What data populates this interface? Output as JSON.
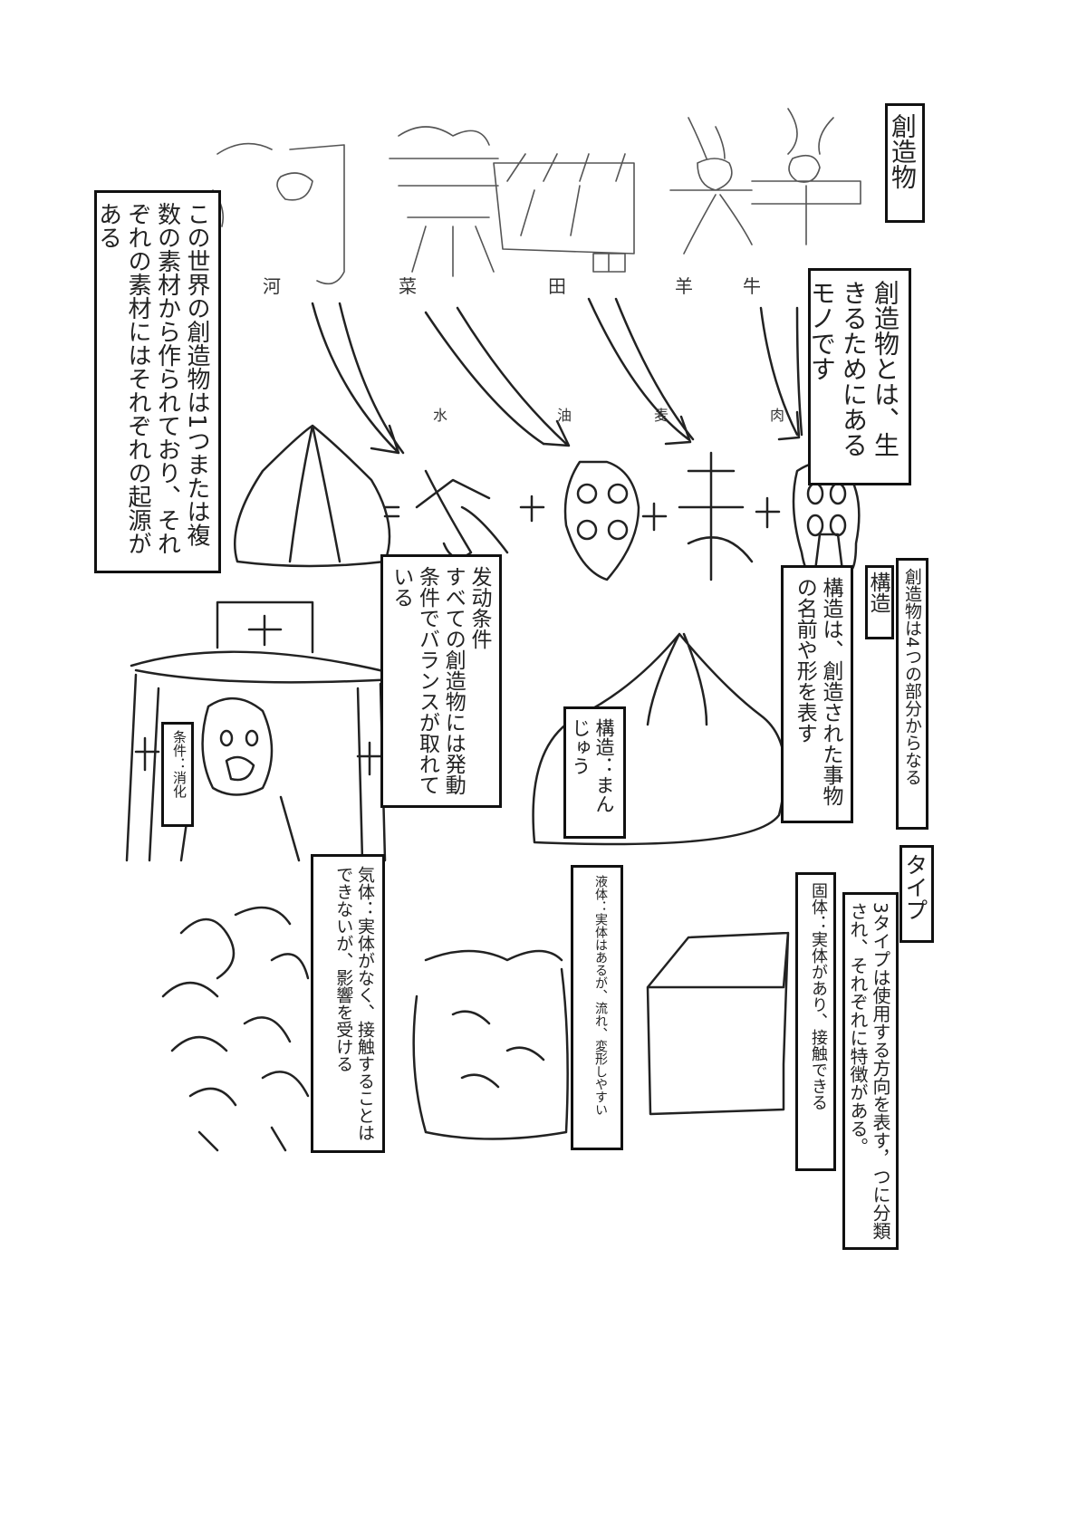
{
  "title": "創造物",
  "definition": "創造物とは、生きるためにあるモノです",
  "intro": "この世界の創造物は1つまたは複数の素材から作られており、それぞれの素材にはそれぞれの起源がある",
  "origins": [
    "河",
    "菜",
    "田",
    "羊",
    "牛"
  ],
  "materials": [
    "水",
    "油",
    "麦",
    "肉"
  ],
  "trigger": {
    "heading": "发动条件",
    "body": "すべての創造物には発動条件でバランスが取れている"
  },
  "condition_label": "条件：消化",
  "structure": {
    "tag": "構造",
    "parts": "創造物は4つの部分からなる",
    "desc": "構造は、創造された事物の名前や形を表す",
    "example": "構造：まんじゅう"
  },
  "type": {
    "tag": "タイプ",
    "desc": "3タイプは使用する方向を表す，つに分類され、それぞれに特徴がある。",
    "solid": "固体：実体があり、接触できる",
    "liquid": "液体：実体はあるが、流れ、変形しやすい",
    "gas": "気体：実体がなく、接触することはできないが、影響を受ける"
  }
}
